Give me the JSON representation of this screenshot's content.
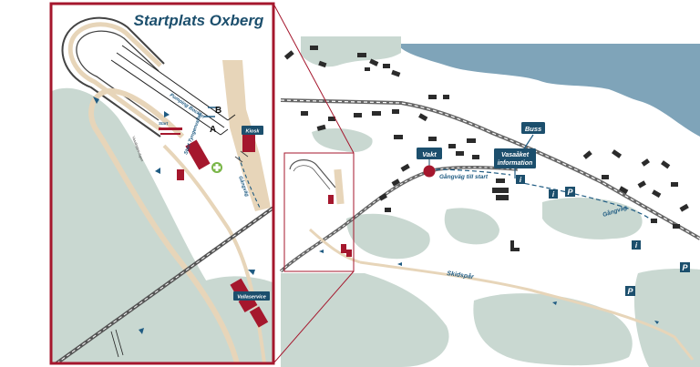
{
  "title": "Startplats Oxberg",
  "inset": {
    "road_label": "Vasaloppsvägen",
    "track_label": "Pumping Bocken",
    "start_label": "Start",
    "start_area_label": "Start Tyngenvallen",
    "lane_a": "A",
    "lane_b": "B",
    "kiosk": "Kiosk",
    "vallaservice": "Vallaservice",
    "walkway_label": "Gångväg"
  },
  "overview": {
    "vakt": "Vakt",
    "buss": "Buss",
    "vasaaket_line1": "Vasaåket",
    "vasaaket_line2": "information",
    "walk_to_start": "Gångväg till start",
    "gangvag": "Gångväg",
    "skidspar": "Skidspår",
    "info_symbol": "i",
    "parking_symbol": "P"
  },
  "colors": {
    "water": "#7fa4b9",
    "forest": "#c9d8d1",
    "building": "#2b2b2b",
    "tag_bg": "#1c4f6d",
    "accent_red": "#a5172d",
    "sand": "#e7d5b9",
    "road": "#555555"
  }
}
